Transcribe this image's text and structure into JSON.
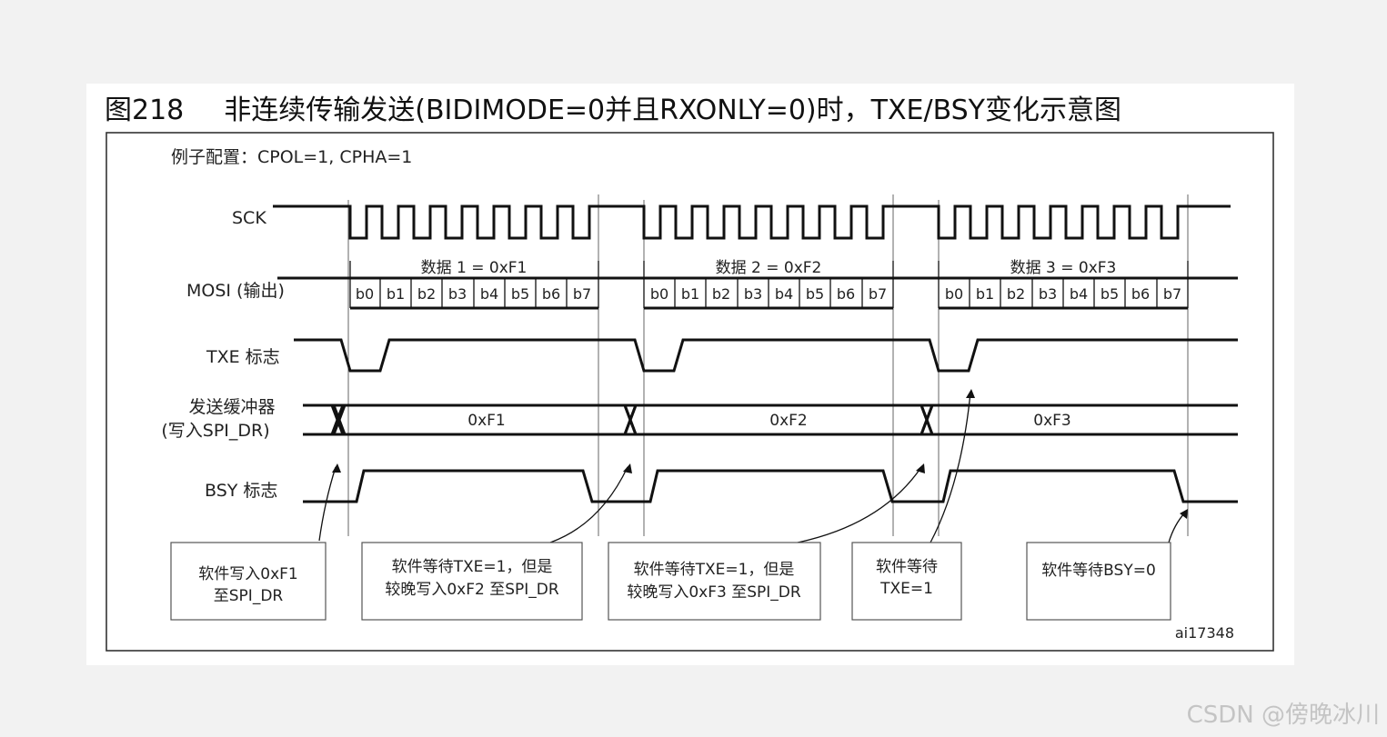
{
  "title": {
    "figure_number": "图218",
    "text": "非连续传输发送(BIDIMODE=0并且RXONLY=0)时，TXE/BSY变化示意图"
  },
  "config_label": "例子配置：CPOL=1, CPHA=1",
  "signals": {
    "sck": "SCK",
    "mosi": "MOSI (输出)",
    "txe": "TXE 标志",
    "buffer_line1": "发送缓冲器",
    "buffer_line2": "(写入SPI_DR)",
    "bsy": "BSY 标志"
  },
  "data_labels": [
    "数据 1 = 0xF1",
    "数据 2 = 0xF2",
    "数据 3 = 0xF3"
  ],
  "bits": [
    "b0",
    "b1",
    "b2",
    "b3",
    "b4",
    "b5",
    "b6",
    "b7"
  ],
  "buffer_values": [
    "0xF1",
    "0xF2",
    "0xF3"
  ],
  "notes": [
    {
      "line1": "软件写入0xF1",
      "line2": "至SPI_DR"
    },
    {
      "line1": "软件等待TXE=1，但是",
      "line2": "较晚写入0xF2 至SPI_DR"
    },
    {
      "line1": "软件等待TXE=1，但是",
      "line2": "较晚写入0xF3 至SPI_DR"
    },
    {
      "line1": "软件等待",
      "line2": "TXE=1"
    },
    {
      "line1": "软件等待BSY=0",
      "line2": ""
    }
  ],
  "figure_id": "ai17348",
  "watermark": "CSDN @傍晚冰川"
}
